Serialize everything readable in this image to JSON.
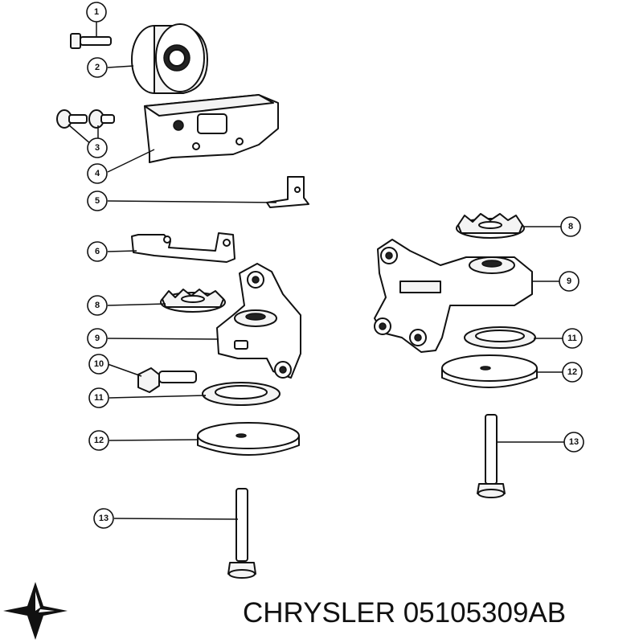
{
  "callouts": {
    "c1": "1",
    "c2": "2",
    "c3": "3",
    "c4": "4",
    "c5": "5",
    "c6": "6",
    "c8a": "8",
    "c9a": "9",
    "c10": "10",
    "c11a": "11",
    "c12a": "12",
    "c13a": "13",
    "c8b": "8",
    "c9b": "9",
    "c11b": "11",
    "c12b": "12",
    "c13b": "13"
  },
  "footer": {
    "brand": "CHRYSLER",
    "part_number": "05105309AB"
  },
  "logo": {
    "name": "pentastar-star-icon",
    "color": "#111111"
  }
}
